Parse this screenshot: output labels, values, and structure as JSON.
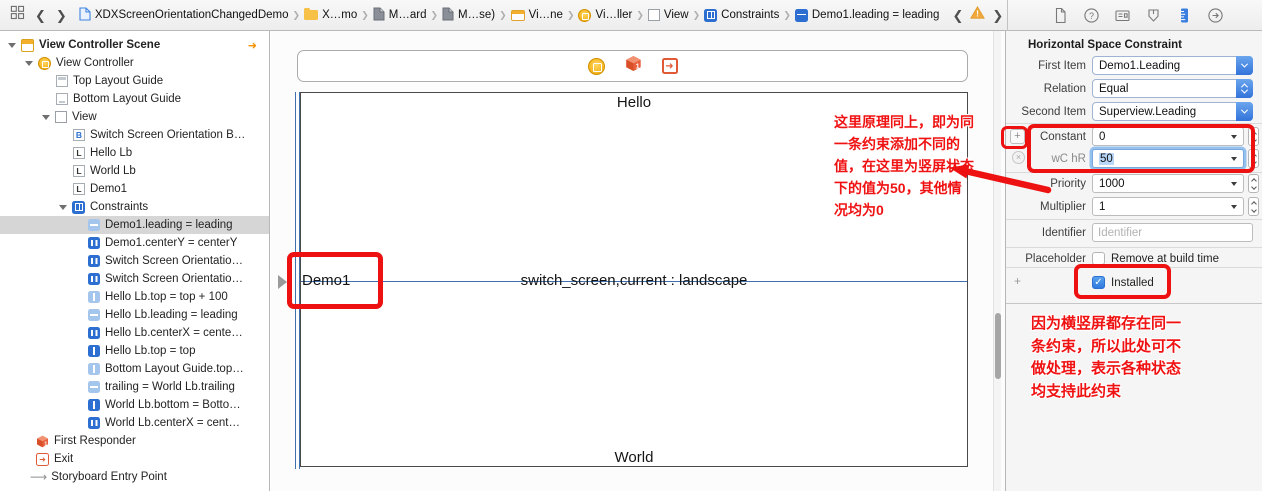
{
  "topbar": {
    "breadcrumb": [
      {
        "label": "XDXScreenOrientationChangedDemo",
        "icon": "project-file"
      },
      {
        "label": "X…mo",
        "icon": "folder"
      },
      {
        "label": "M…ard",
        "icon": "storyboard-file"
      },
      {
        "label": "M…se)",
        "icon": "storyboard-file"
      },
      {
        "label": "Vi…ne",
        "icon": "scene"
      },
      {
        "label": "Vi…ller",
        "icon": "view-controller"
      },
      {
        "label": "View",
        "icon": "view"
      },
      {
        "label": "Constraints",
        "icon": "constraints"
      },
      {
        "label": "Demo1.leading = leading",
        "icon": "constraint"
      }
    ],
    "inspector_tabs": [
      "file-inspector",
      "help-inspector",
      "identity-inspector",
      "attributes-inspector",
      "size-inspector",
      "connections-inspector"
    ],
    "selected_inspector_tab": "size-inspector"
  },
  "sidebar": {
    "items": [
      {
        "label": "View Controller Scene",
        "icon": "scene-file"
      },
      {
        "label": "View Controller",
        "icon": "view-controller"
      },
      {
        "label": "Top Layout Guide",
        "icon": "top-layout-guide"
      },
      {
        "label": "Bottom Layout Guide",
        "icon": "bottom-layout-guide"
      },
      {
        "label": "View",
        "icon": "view"
      },
      {
        "label": "Switch Screen Orientation B…",
        "icon": "button"
      },
      {
        "label": "Hello Lb",
        "icon": "label"
      },
      {
        "label": "World Lb",
        "icon": "label"
      },
      {
        "label": "Demo1",
        "icon": "label"
      },
      {
        "label": "Constraints",
        "icon": "constraints-group"
      },
      {
        "label": "Demo1.leading = leading",
        "icon": "constraint-leading"
      },
      {
        "label": "Demo1.centerY = centerY",
        "icon": "constraint-center"
      },
      {
        "label": "Switch Screen Orientatio…",
        "icon": "constraint-center"
      },
      {
        "label": "Switch Screen Orientatio…",
        "icon": "constraint-center"
      },
      {
        "label": "Hello Lb.top = top + 100",
        "icon": "constraint-vertical"
      },
      {
        "label": "Hello Lb.leading = leading",
        "icon": "constraint-leading"
      },
      {
        "label": "Hello Lb.centerX = cente…",
        "icon": "constraint-center"
      },
      {
        "label": "Hello Lb.top = top",
        "icon": "constraint-vertical"
      },
      {
        "label": "Bottom Layout Guide.top…",
        "icon": "constraint-vertical"
      },
      {
        "label": "trailing = World Lb.trailing",
        "icon": "constraint-trailing"
      },
      {
        "label": "World Lb.bottom = Botto…",
        "icon": "constraint-vertical"
      },
      {
        "label": "World Lb.centerX = cent…",
        "icon": "constraint-center"
      },
      {
        "label": "First Responder",
        "icon": "first-responder"
      },
      {
        "label": "Exit",
        "icon": "exit"
      },
      {
        "label": "Storyboard Entry Point",
        "icon": "entry-arrow"
      }
    ]
  },
  "canvas": {
    "dock_icons": [
      "view-controller",
      "first-responder",
      "exit"
    ],
    "hello_label": "Hello",
    "demo1_label": "Demo1",
    "center_label": "switch_screen,current : landscape",
    "world_label": "World"
  },
  "annotations": {
    "red_color": "#ee1111",
    "canvas_note": "这里原理同上，即为同\n一条约束添加不同的\n值，在这里为竖屏状态\n下的值为50，其他情\n况均为0",
    "inspector_note": "因为横竖屏都存在同一\n条约束，所以此处可不\n做处理，表示各种状态\n均支持此约束"
  },
  "inspector": {
    "title": "Horizontal Space Constraint",
    "first_item": {
      "label": "First Item",
      "value": "Demo1.Leading"
    },
    "relation": {
      "label": "Relation",
      "value": "Equal"
    },
    "second_item": {
      "label": "Second Item",
      "value": "Superview.Leading"
    },
    "constant": {
      "label": "Constant",
      "value": "0"
    },
    "variant": {
      "label": "wC hR",
      "value": "50"
    },
    "priority": {
      "label": "Priority",
      "value": "1000"
    },
    "multiplier": {
      "label": "Multiplier",
      "value": "1"
    },
    "identifier": {
      "label": "Identifier",
      "placeholder": "Identifier"
    },
    "placeholder_row": {
      "label": "Placeholder",
      "checkbox_label": "Remove at build time",
      "checked": false
    },
    "installed_row": {
      "checkbox_label": "Installed",
      "checked": true
    },
    "add_button": "+",
    "remove_button": "×",
    "plus_button": "+",
    "check_glyph": "✓"
  }
}
